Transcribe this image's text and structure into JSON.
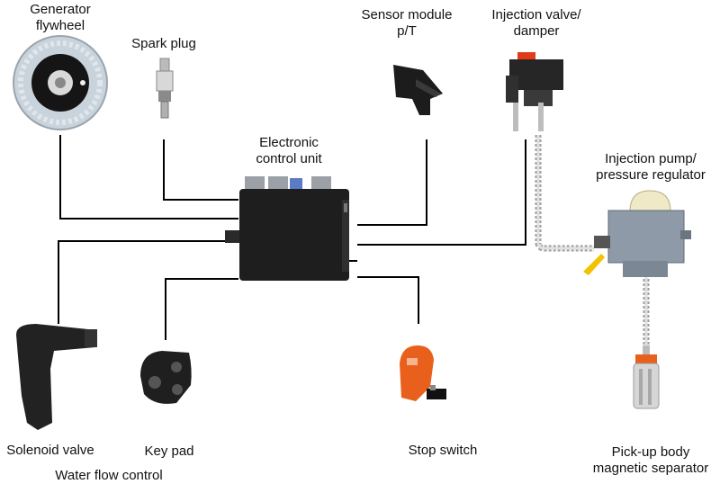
{
  "labels": {
    "generator_flywheel": [
      "Generator",
      "flywheel"
    ],
    "spark_plug": [
      "Spark plug"
    ],
    "sensor_module": [
      "Sensor module",
      "p/T"
    ],
    "injection_valve": [
      "Injection valve/",
      "damper"
    ],
    "ecu": [
      "Electronic",
      "control unit"
    ],
    "injection_pump": [
      "Injection pump/",
      "pressure regulator"
    ],
    "solenoid_valve": [
      "Solenoid valve"
    ],
    "key_pad": [
      "Key pad"
    ],
    "water_flow_control": [
      "Water flow control"
    ],
    "stop_switch": [
      "Stop switch"
    ],
    "pickup_body": [
      "Pick-up body",
      "magnetic separator"
    ]
  },
  "colors": {
    "wire": "#000000",
    "ecu_body": "#1e1e1e",
    "orange_part": "#e8601c",
    "hose": "#bdbdbd",
    "metal": "#9a9a9a"
  }
}
